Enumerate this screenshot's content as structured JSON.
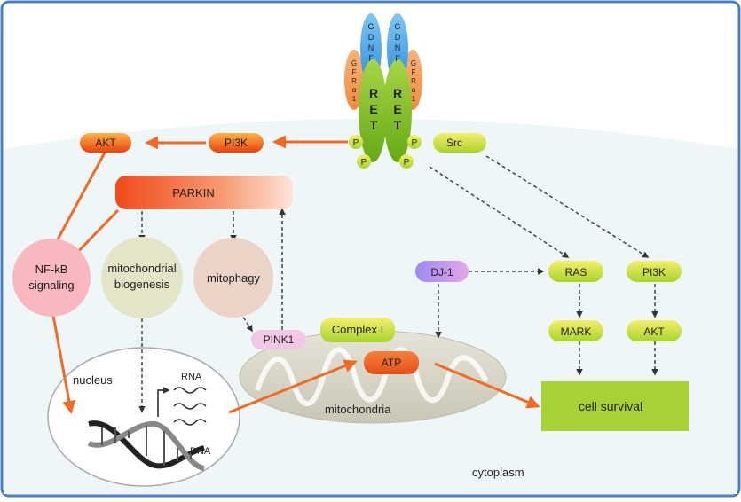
{
  "receptor": {
    "gdnf_left": "GDNF",
    "gdnf_right": "GDNF",
    "gfra1_left": "GFRα1",
    "gfra1_right": "GFRα1",
    "ret_left": "RET",
    "ret_right": "RET",
    "phospho": "P"
  },
  "nodes": {
    "akt_top": "AKT",
    "pi3k_top": "PI3K",
    "src": "Src",
    "parkin": "PARKIN",
    "nfkb_line1": "NF-kB",
    "nfkb_line2": "signaling",
    "mito_bio_line1": "mitochondrial",
    "mito_bio_line2": "biogenesis",
    "mitophagy": "mitophagy",
    "pink1": "PINK1",
    "complex1": "Complex I",
    "atp": "ATP",
    "mitochondria": "mitochondria",
    "dj1": "DJ-1",
    "ras": "RAS",
    "pi3k_right": "PI3K",
    "mark": "MARK",
    "akt_right": "AKT",
    "cell_survival": "cell survival",
    "nucleus": "nucleus",
    "rna": "RNA",
    "dna": "DNA",
    "cytoplasm": "cytoplasm"
  },
  "colors": {
    "frame_border": "#4a7fc1",
    "cytoplasm_fill": "#eef6f7",
    "arrow_orange": "#f26a24",
    "arrow_dashed": "#444444",
    "cell_survival": "#a6d238",
    "ret_green": "#7fbf1f",
    "gdnf_blue": "#3da0e6",
    "gfra_orange": "#f4a460",
    "nfkb_pink": "#f9b8c0",
    "mito_bio_beige": "#e3e5c6",
    "mitophagy_tan": "#ecd3c7",
    "dj1_purple": "#b79af0"
  }
}
